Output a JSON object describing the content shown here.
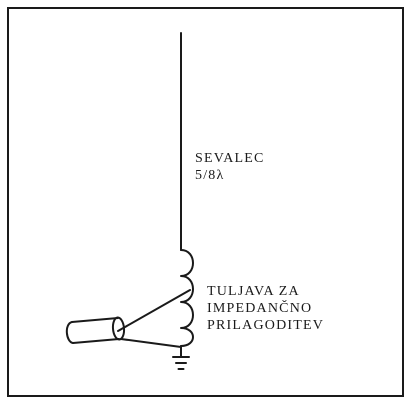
{
  "radiator": {
    "name": "SEVALEC",
    "length": "5/8λ"
  },
  "coil": {
    "line1": "TULJAVA ZA",
    "line2": "IMPEDANČNO",
    "line3": "PRILAGODITEV"
  },
  "colors": {
    "stroke": "#1a1a1a",
    "background": "#ffffff"
  }
}
